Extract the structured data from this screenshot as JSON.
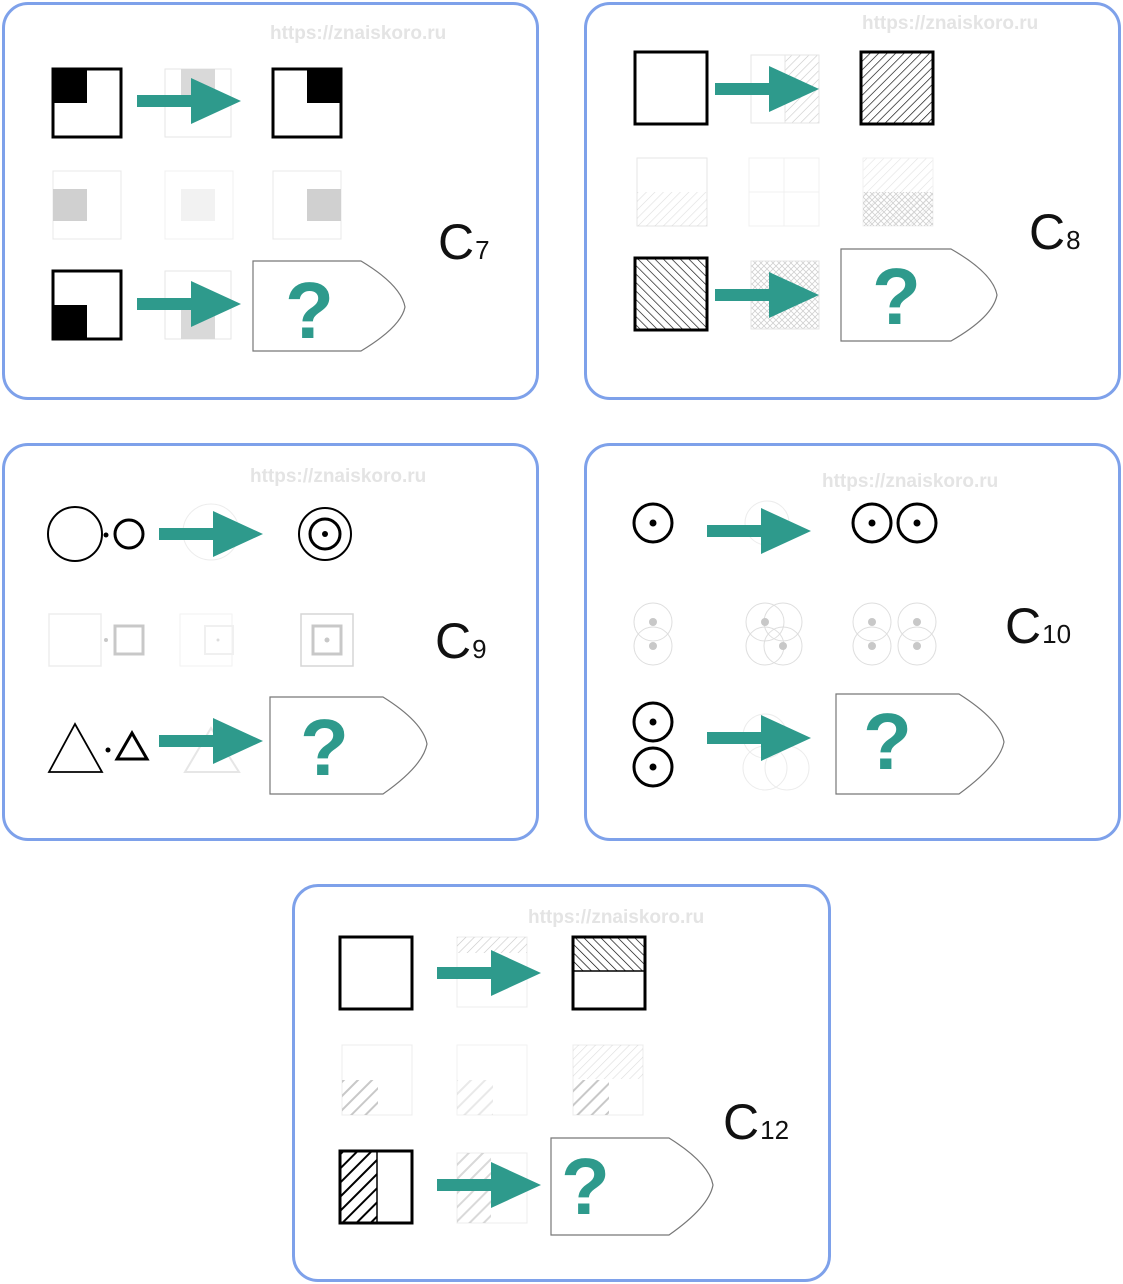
{
  "watermark": "https://znaiskoro.ru",
  "question_mark": "?",
  "colors": {
    "panel_border": "#7ea1ea",
    "arrow": "#2e9a8c",
    "question": "#2e9a8c",
    "faded": "#c8c8c8",
    "watermark": "#e4e4e4"
  },
  "puzzles": [
    {
      "letter": "C",
      "number": "7"
    },
    {
      "letter": "C",
      "number": "8"
    },
    {
      "letter": "C",
      "number": "9"
    },
    {
      "letter": "C",
      "number": "10"
    },
    {
      "letter": "C",
      "number": "12"
    }
  ]
}
